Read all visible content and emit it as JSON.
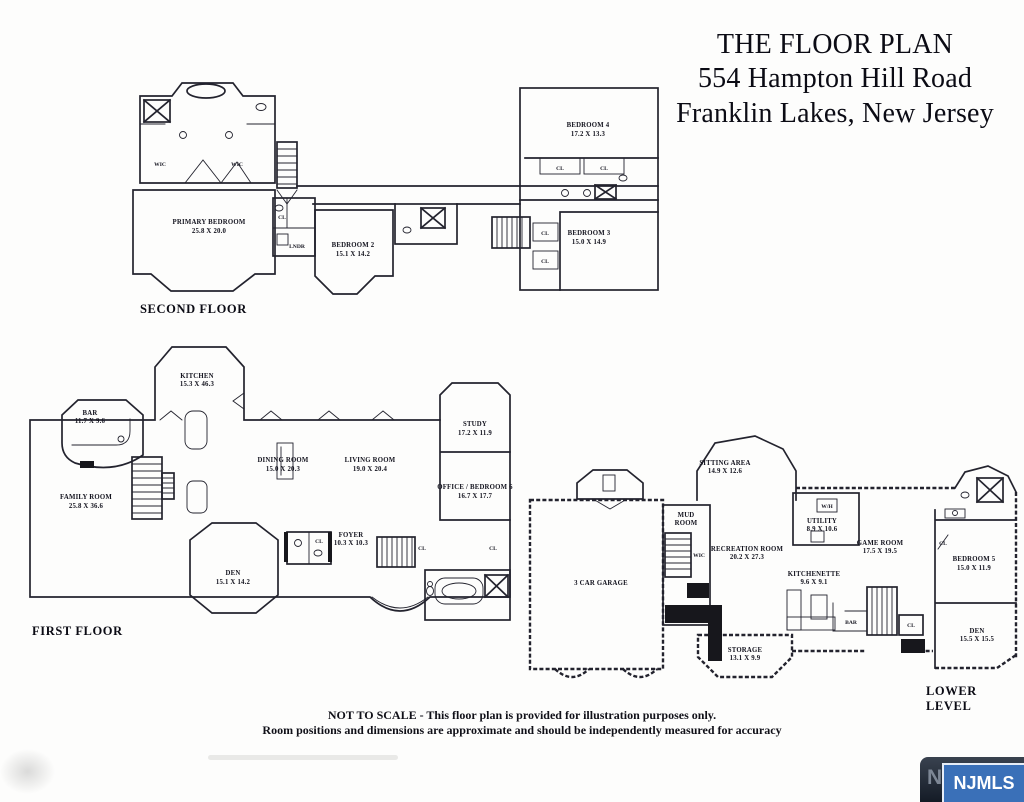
{
  "title": {
    "line1": "THE FLOOR PLAN",
    "line2": "554 Hampton Hill Road",
    "line3": "Franklin Lakes, New Jersey"
  },
  "floors": {
    "second": {
      "label": "SECOND FLOOR",
      "rooms": {
        "wic_left": {
          "name": "WIC"
        },
        "wic_right": {
          "name": "WIC"
        },
        "primary": {
          "name": "PRIMARY BEDROOM",
          "dims": "25.8 X 20.0"
        },
        "hall_cl": {
          "name": "CL"
        },
        "laundry": {
          "name": "LNDR"
        },
        "bedroom2": {
          "name": "BEDROOM 2",
          "dims": "15.1 X 14.2"
        },
        "bedroom4": {
          "name": "BEDROOM 4",
          "dims": "17.2 X 13.3"
        },
        "b4_cl_left": {
          "name": "CL"
        },
        "b4_cl_right": {
          "name": "CL"
        },
        "bedroom3": {
          "name": "BEDROOM 3",
          "dims": "15.0 X 14.9"
        },
        "b3_cl_top": {
          "name": "CL"
        },
        "b3_cl_bottom": {
          "name": "CL"
        }
      }
    },
    "first": {
      "label": "FIRST FLOOR",
      "rooms": {
        "bar": {
          "name": "BAR",
          "dims": "11.7 X 9.6"
        },
        "kitchen": {
          "name": "KITCHEN",
          "dims": "15.3 X 46.3"
        },
        "family": {
          "name": "FAMILY ROOM",
          "dims": "25.8 X 36.6"
        },
        "dining": {
          "name": "DINING ROOM",
          "dims": "15.0 X 20.3"
        },
        "living": {
          "name": "LIVING ROOM",
          "dims": "19.0 X 20.4"
        },
        "study": {
          "name": "STUDY",
          "dims": "17.2 X 11.9"
        },
        "office": {
          "name": "OFFICE / BEDROOM 6",
          "dims": "16.7 X 17.7"
        },
        "foyer": {
          "name": "FOYER",
          "dims": "10.3 X 10.3"
        },
        "den": {
          "name": "DEN",
          "dims": "15.1 X 14.2"
        },
        "cl_hall": {
          "name": "CL"
        },
        "cl_stairs": {
          "name": "CL"
        },
        "cl_right": {
          "name": "CL"
        }
      }
    },
    "lower": {
      "label": "LOWER LEVEL",
      "rooms": {
        "sitting": {
          "name": "SITTING AREA",
          "dims": "14.9 X 12.6"
        },
        "mud": {
          "line1": "MUD",
          "line2": "ROOM"
        },
        "wic": {
          "name": "WIC"
        },
        "utility": {
          "name": "UTILITY",
          "dims": "8.9 X 10.6"
        },
        "water_heater": {
          "name": "W/H"
        },
        "recreation": {
          "name": "RECREATION ROOM",
          "dims": "20.2 X 27.3"
        },
        "game": {
          "name": "GAME ROOM",
          "dims": "17.5 X 19.5"
        },
        "bedroom5": {
          "name": "BEDROOM 5",
          "dims": "15.0 X 11.9"
        },
        "b5_cl": {
          "name": "CL"
        },
        "kitchenette": {
          "name": "KITCHENETTE",
          "dims": "9.6 X 9.1"
        },
        "bar": {
          "name": "BAR"
        },
        "stair_cl": {
          "name": "CL"
        },
        "den": {
          "name": "DEN",
          "dims": "15.5 X 15.5"
        },
        "garage": {
          "name": "3 CAR GARAGE"
        },
        "storage": {
          "name": "STORAGE",
          "dims": "13.1 X 9.9"
        }
      }
    }
  },
  "disclaimer": {
    "line1": "NOT TO SCALE - This floor plan is provided for illustration purposes only.",
    "line2": "Room positions and dimensions are approximate and should be independently measured for accuracy"
  },
  "watermark": {
    "background_text": "NJMLS",
    "badge_text": "NJMLS",
    "badge_color": "#3a70b8",
    "bar_color": "#1c2430"
  }
}
